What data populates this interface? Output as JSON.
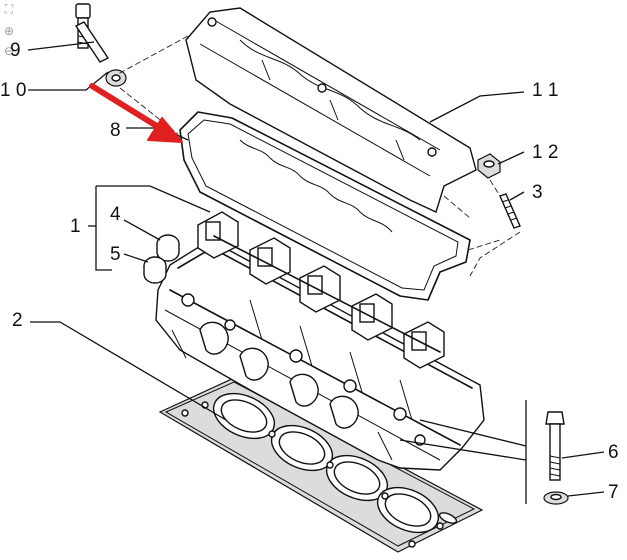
{
  "viewer": {
    "controls": [
      {
        "name": "fit-icon",
        "glyph": "⛶"
      },
      {
        "name": "zoom-in-icon",
        "glyph": "⊕"
      },
      {
        "name": "zoom-out-icon",
        "glyph": "⊖"
      }
    ]
  },
  "callouts": {
    "part_1": "1",
    "part_2": "2",
    "part_3": "3",
    "part_4": "4",
    "part_5": "5",
    "part_6": "6",
    "part_7": "7",
    "part_8": "8",
    "part_9": "9",
    "part_10": "1 0",
    "part_11": "1 1",
    "part_12": "1 2"
  },
  "colors": {
    "highlight_arrow": "#e02020",
    "line_art": "#111111",
    "shading": "#dcdcdc"
  }
}
